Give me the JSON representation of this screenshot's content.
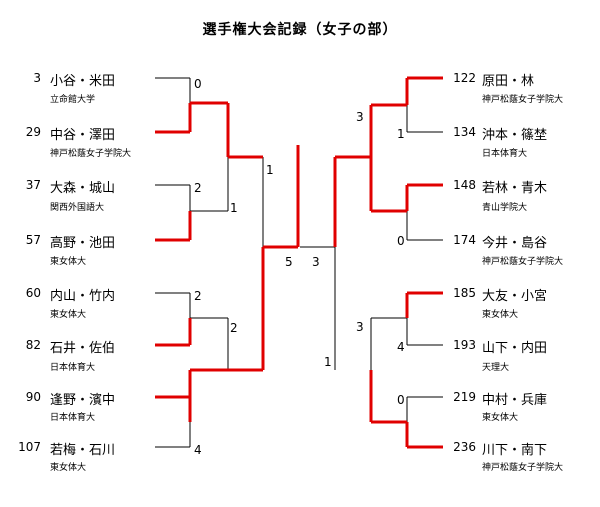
{
  "title": "選手権大会記録（女子の部）",
  "left_entries": [
    {
      "seed": "3",
      "names": "小谷・米田",
      "team": "立命館大学"
    },
    {
      "seed": "29",
      "names": "中谷・澤田",
      "team": "神戸松蔭女子学院大"
    },
    {
      "seed": "37",
      "names": "大森・城山",
      "team": "関西外国語大"
    },
    {
      "seed": "57",
      "names": "高野・池田",
      "team": "東女体大"
    },
    {
      "seed": "60",
      "names": "内山・竹内",
      "team": "東女体大"
    },
    {
      "seed": "82",
      "names": "石井・佐伯",
      "team": "日本体育大"
    },
    {
      "seed": "90",
      "names": "逢野・濱中",
      "team": "日本体育大"
    },
    {
      "seed": "107",
      "names": "若梅・石川",
      "team": "東女体大"
    }
  ],
  "right_entries": [
    {
      "seed": "122",
      "names": "原田・林",
      "team": "神戸松蔭女子学院大"
    },
    {
      "seed": "134",
      "names": "沖本・篠埜",
      "team": "日本体育大"
    },
    {
      "seed": "148",
      "names": "若林・青木",
      "team": "青山学院大"
    },
    {
      "seed": "174",
      "names": "今井・島谷",
      "team": "神戸松蔭女子学院大"
    },
    {
      "seed": "185",
      "names": "大友・小宮",
      "team": "東女体大"
    },
    {
      "seed": "193",
      "names": "山下・内田",
      "team": "天理大"
    },
    {
      "seed": "219",
      "names": "中村・兵庫",
      "team": "東女体大"
    },
    {
      "seed": "236",
      "names": "川下・南下",
      "team": "神戸松蔭女子学院大"
    }
  ],
  "scores": {
    "l_r1_m1_top": "0",
    "l_r1_m2_top": "2",
    "l_r1_m3_top": "2",
    "l_r1_m4_bot": "4",
    "l_r2_m1": "1",
    "l_r2_m1_low": "1",
    "l_r2_m2": "2",
    "final_left": "5",
    "final_right": "3",
    "r_r1_m1_top": "3",
    "r_r1_m1_bot": "1",
    "r_r1_m2_bot": "0",
    "r_r1_m3_top": "3",
    "r_r1_m3_bot": "4",
    "r_r1_m4_top": "0",
    "r_r2_low": "1"
  },
  "colors": {
    "winner_line": "#e00000",
    "line": "#000000"
  }
}
